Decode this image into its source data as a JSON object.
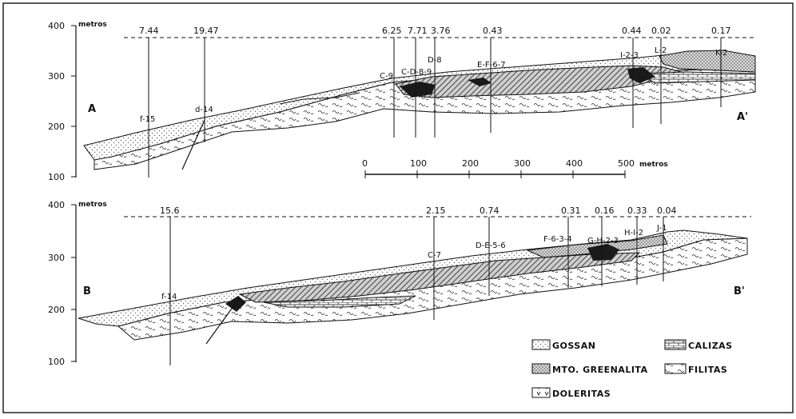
{
  "top_section": {
    "y_ticks": [
      "400",
      "300",
      "200",
      "100"
    ],
    "y_unit": "metros",
    "grade_values": [
      "7.44",
      "19.47",
      "6.25",
      "7.71",
      "3.76",
      "0.43",
      "0.44",
      "0.02",
      "0.17"
    ],
    "boreholes": [
      "f-15",
      "d-14",
      "C-9",
      "C-D-8-9",
      "D-8",
      "E-F-6-7",
      "I-2-3",
      "L-2",
      "K-2"
    ],
    "start_label": "A",
    "end_label": "A'"
  },
  "scale_bar": {
    "ticks": [
      "0",
      "100",
      "200",
      "300",
      "400",
      "500"
    ],
    "unit": "metros"
  },
  "bottom_section": {
    "y_ticks": [
      "400",
      "300",
      "200",
      "100"
    ],
    "y_unit": "metros",
    "grade_values": [
      "15.6",
      "2.15",
      "0.74",
      "0.31",
      "0.16",
      "0.33",
      "0.04"
    ],
    "boreholes": [
      "f-14",
      "C-7",
      "D-E-5-6",
      "F-6-3-4",
      "G-H-2-3",
      "H-I-2",
      "J-1"
    ],
    "start_label": "B",
    "end_label": "B'"
  },
  "legend": {
    "gossan": "GOSSAN",
    "calizas": "CALIZAS",
    "greenalita": "MTO. GREENALITA",
    "filitas": "FILITAS",
    "doleritas": "DOLERITAS"
  }
}
